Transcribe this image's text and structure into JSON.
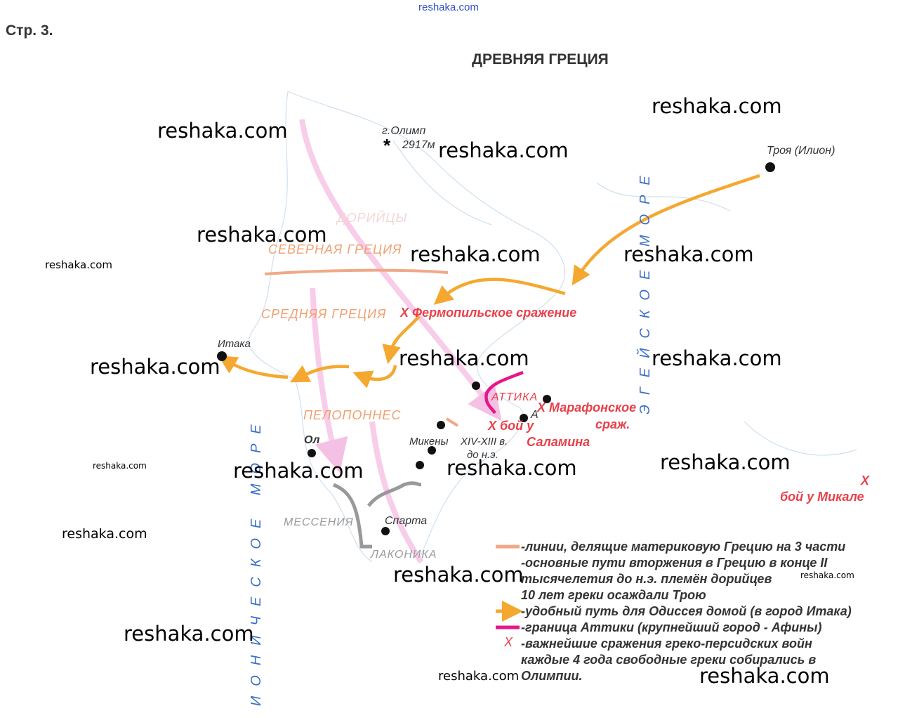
{
  "header": {
    "top_watermark": "reshaka.com",
    "page_label": "Стр. 3.",
    "title": "ДРЕВНЯЯ ГРЕЦИЯ"
  },
  "colors": {
    "region_line": "#f0a888",
    "odysseus_path": "#f5a830",
    "attica_border": "#e8158a",
    "battle": "#e8404a",
    "dorian_path": "#f8c8e8",
    "sea": "#3b6fc8"
  },
  "map": {
    "olympus_name": "г.Олимп",
    "olympus_height": "2917м",
    "troy": "Троя (Илион)",
    "dorians": "ДОРИЙЦЫ",
    "north_greece": "СЕВЕРНАЯ ГРЕЦИЯ",
    "middle_greece": "СРЕДНЯЯ ГРЕЦИЯ",
    "thermopylae": "X Фермопильское сражение",
    "ithaca": "Итака",
    "peloponnese": "ПЕЛОПОННЕС",
    "attica": "АТТИКА",
    "marathon_1": "X Марафонское",
    "marathon_2": "сраж.",
    "athens_letter": "А",
    "salamis_1": "X  бой у",
    "salamis_2": "Саламина",
    "mycenae": "Микены",
    "mycenae_date_1": "XIV-XIII в.",
    "mycenae_date_2": "до н.э.",
    "olympia": "Ол",
    "messenia": "МЕССЕНИЯ",
    "sparta": "Спарта",
    "laconia": "ЛАКОНИКА",
    "mycale_x": "X",
    "mycale": "бой у Микале",
    "aegean_sea": "ЭГЕЙСКОЕ МОРЕ",
    "ionian_sea": "ИОНИЧЕСКОЕ МОРЕ"
  },
  "legend": [
    {
      "symbol": "line-peach",
      "text": "-линии, делящие материковую Грецию на 3 части"
    },
    {
      "symbol": "none",
      "text": "-основные пути вторжения в Грецию в конце II"
    },
    {
      "symbol": "none",
      "text": "тысячелетия до н.э. племён дорийцев"
    },
    {
      "symbol": "none",
      "text": "10 лет греки осаждали Трою"
    },
    {
      "symbol": "arrow-orange",
      "text": "-удобный путь для Одиссея домой (в город Итака)"
    },
    {
      "symbol": "line-magenta",
      "text": "-граница Аттики (крупнейший город - Афины)"
    },
    {
      "symbol": "x-red",
      "text": "-важнейшие сражения греко-персидских войн",
      "mark": "X"
    },
    {
      "symbol": "none",
      "text": "каждые 4 года свободные греки собирались в"
    },
    {
      "symbol": "none",
      "text": "Олимпии."
    }
  ],
  "watermarks": [
    "reshaka.com",
    "reshaka.com",
    "reshaka.com",
    "reshaka.com",
    "reshaka.com",
    "reshaka.com",
    "reshaka.com",
    "reshaka.com",
    "reshaka.com",
    "reshaka.com",
    "reshaka.com",
    "reshaka.com",
    "reshaka.com",
    "reshaka.com",
    "reshaka.com",
    "reshaka.com",
    "reshaka.com",
    "reshaka.com"
  ]
}
